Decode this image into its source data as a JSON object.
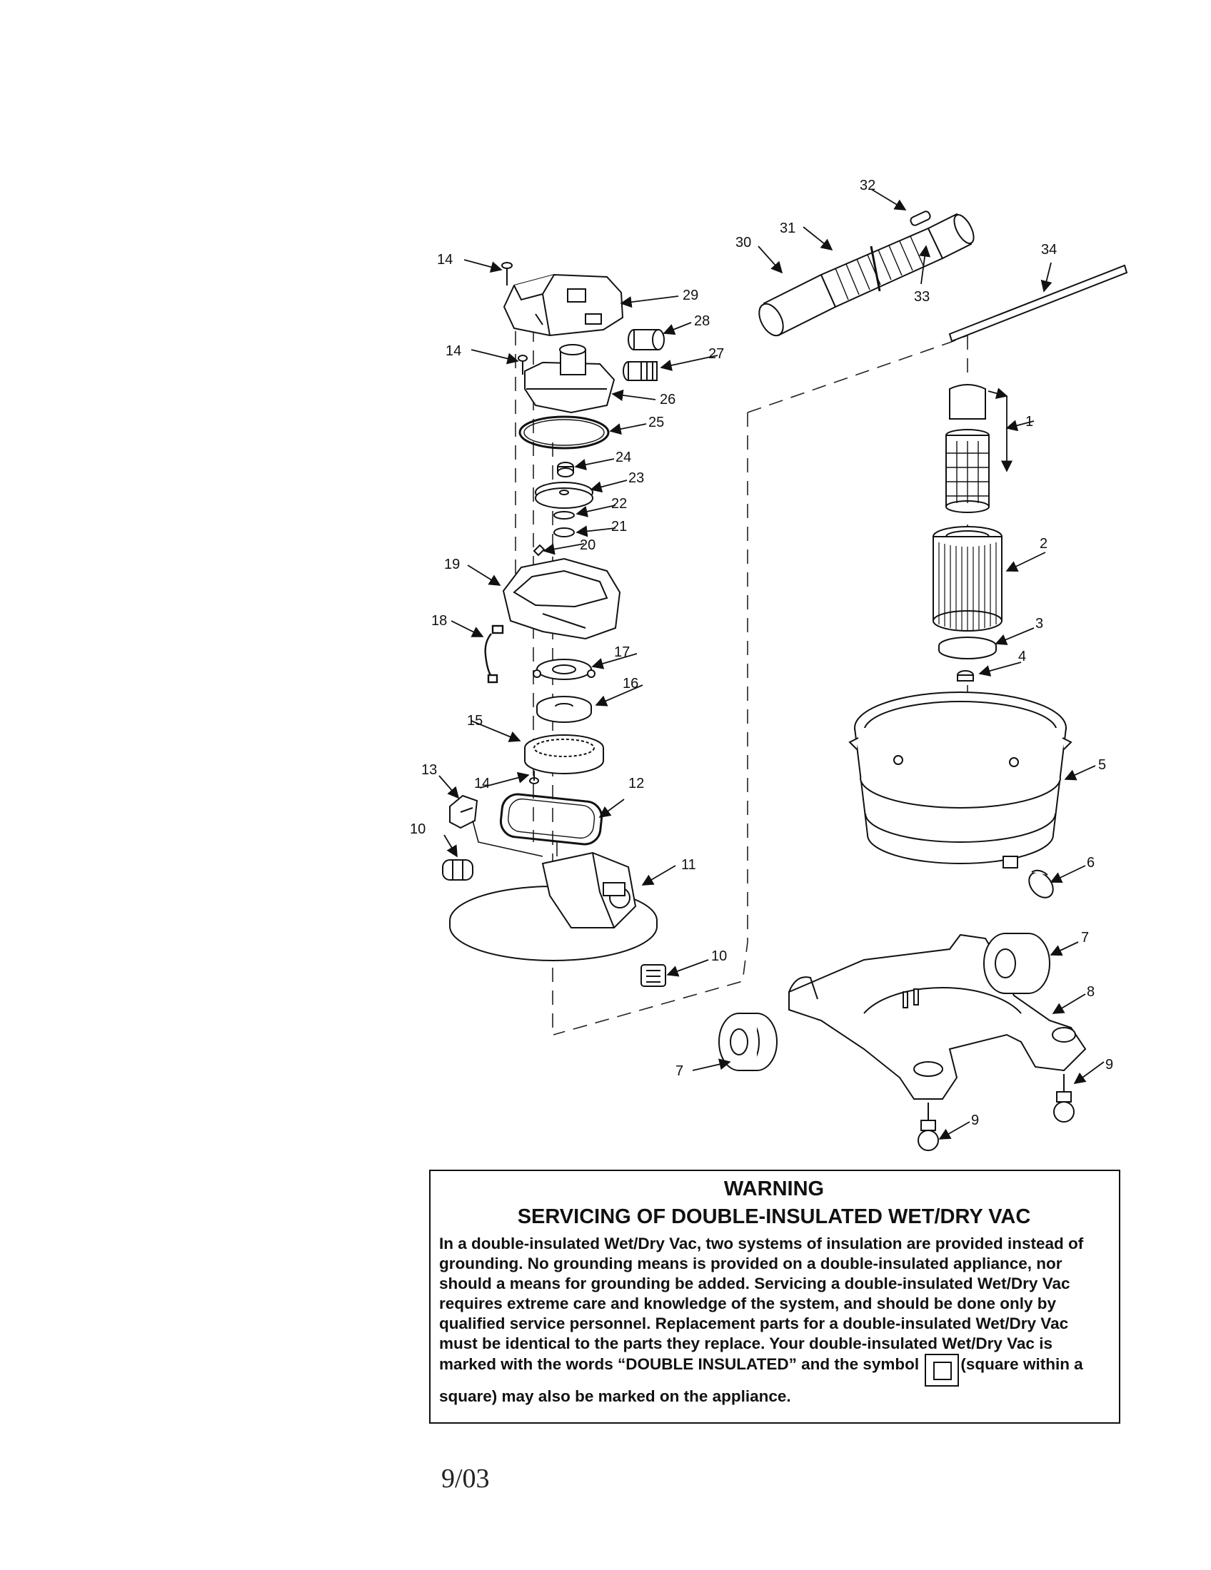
{
  "diagram": {
    "callouts": {
      "c1": "1",
      "c2": "2",
      "c3": "3",
      "c4": "4",
      "c5": "5",
      "c6": "6",
      "c7a": "7",
      "c7b": "7",
      "c8": "8",
      "c9a": "9",
      "c9b": "9",
      "c10a": "10",
      "c10b": "10",
      "c11": "11",
      "c12": "12",
      "c13": "13",
      "c14a": "14",
      "c14b": "14",
      "c14c": "14",
      "c15": "15",
      "c16": "16",
      "c17": "17",
      "c18": "18",
      "c19": "19",
      "c20": "20",
      "c21": "21",
      "c22": "22",
      "c23": "23",
      "c24": "24",
      "c25": "25",
      "c26": "26",
      "c27": "27",
      "c28": "28",
      "c29": "29",
      "c30": "30",
      "c31": "31",
      "c32": "32",
      "c33": "33",
      "c34": "34"
    }
  },
  "warning": {
    "title": "WARNING",
    "subtitle": "SERVICING OF DOUBLE-INSULATED WET/DRY VAC",
    "body_before_symbol": "In a double-insulated Wet/Dry Vac, two systems of insulation are provided instead of grounding. No grounding means is provided on a double-insulated appliance, nor should a means for grounding be added. Servicing a double-insulated Wet/Dry Vac requires extreme care and knowledge of the system, and should be done only by qualified service personnel. Replacement parts for a double-insulated Wet/Dry Vac must be identical to the parts they replace. Your double-insulated Wet/Dry Vac is marked with the words “DOUBLE INSULATED” and the symbol",
    "body_after_symbol": "(square within a square) may also be marked on the appliance."
  },
  "footer": {
    "date": "9/03"
  },
  "icons": {
    "double_insulated_symbol": "square-within-square-icon"
  }
}
